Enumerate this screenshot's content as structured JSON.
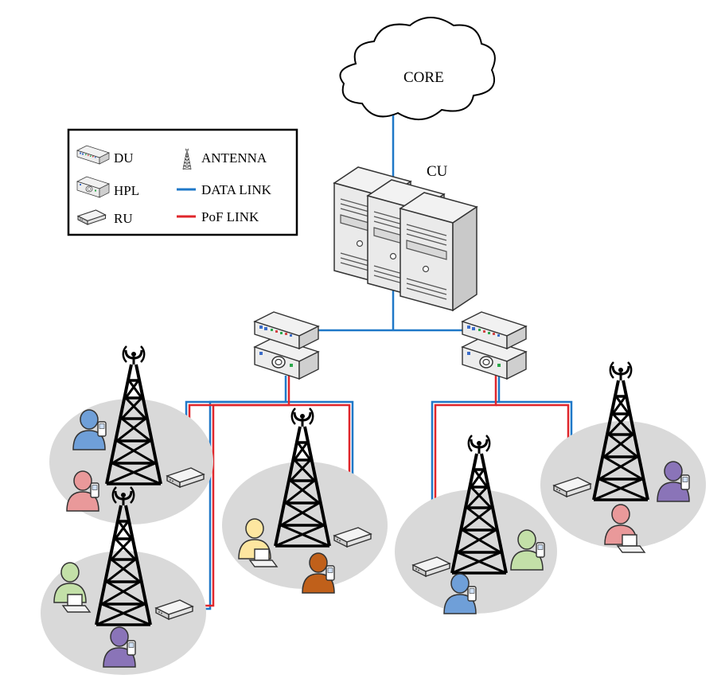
{
  "labels": {
    "core": "CORE",
    "cu": "CU"
  },
  "legend": {
    "du": "DU",
    "hpl": "HPL",
    "ru": "RU",
    "antenna": "ANTENNA",
    "data_link": "DATA LINK",
    "pof_link": "PoF LINK"
  },
  "colors": {
    "data_link": "#1f78c8",
    "pof_link": "#e0262b",
    "cell": "#d9d9d9",
    "user_blue": "#6f9fd8",
    "user_pink": "#e9999a",
    "user_green": "#c3e0a8",
    "user_yellow": "#fde6a0",
    "user_orange": "#c0601a",
    "user_purple": "#8a74b8"
  },
  "icons": [
    "cloud-icon",
    "server-icon",
    "du-icon",
    "hpl-icon",
    "ru-icon",
    "antenna-tower-icon",
    "user-icon",
    "laptop-icon",
    "phone-icon"
  ]
}
